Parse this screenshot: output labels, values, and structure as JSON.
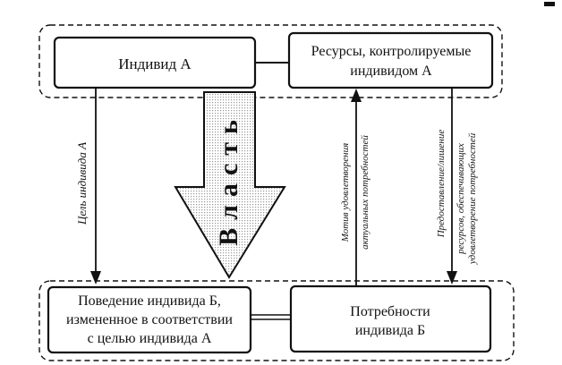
{
  "top_row": {
    "individual_a": "Индивид А",
    "resources_line1": "Ресурсы, контролируемые",
    "resources_line2": "индивидом А"
  },
  "bottom_row": {
    "behavior_line1": "Поведение индивида Б,",
    "behavior_line2": "измененное в соответствии",
    "behavior_line3": "с целью индивида  А",
    "needs_line1": "Потребности",
    "needs_line2": "индивида Б"
  },
  "arrows": {
    "goal_label": "Цель индивида А",
    "motive_line1": "Мотив удовлетворения",
    "motive_line2": "актуальных потребностей",
    "provision_line1": "Предоставление/лишение",
    "provision_line2": "ресурсов, обеспечивающих",
    "provision_line3": "удовлетворение потребностей",
    "power_label": "Власть"
  },
  "colors": {
    "stroke": "#111111",
    "power_arrow_fill": "#e6e6e6"
  }
}
